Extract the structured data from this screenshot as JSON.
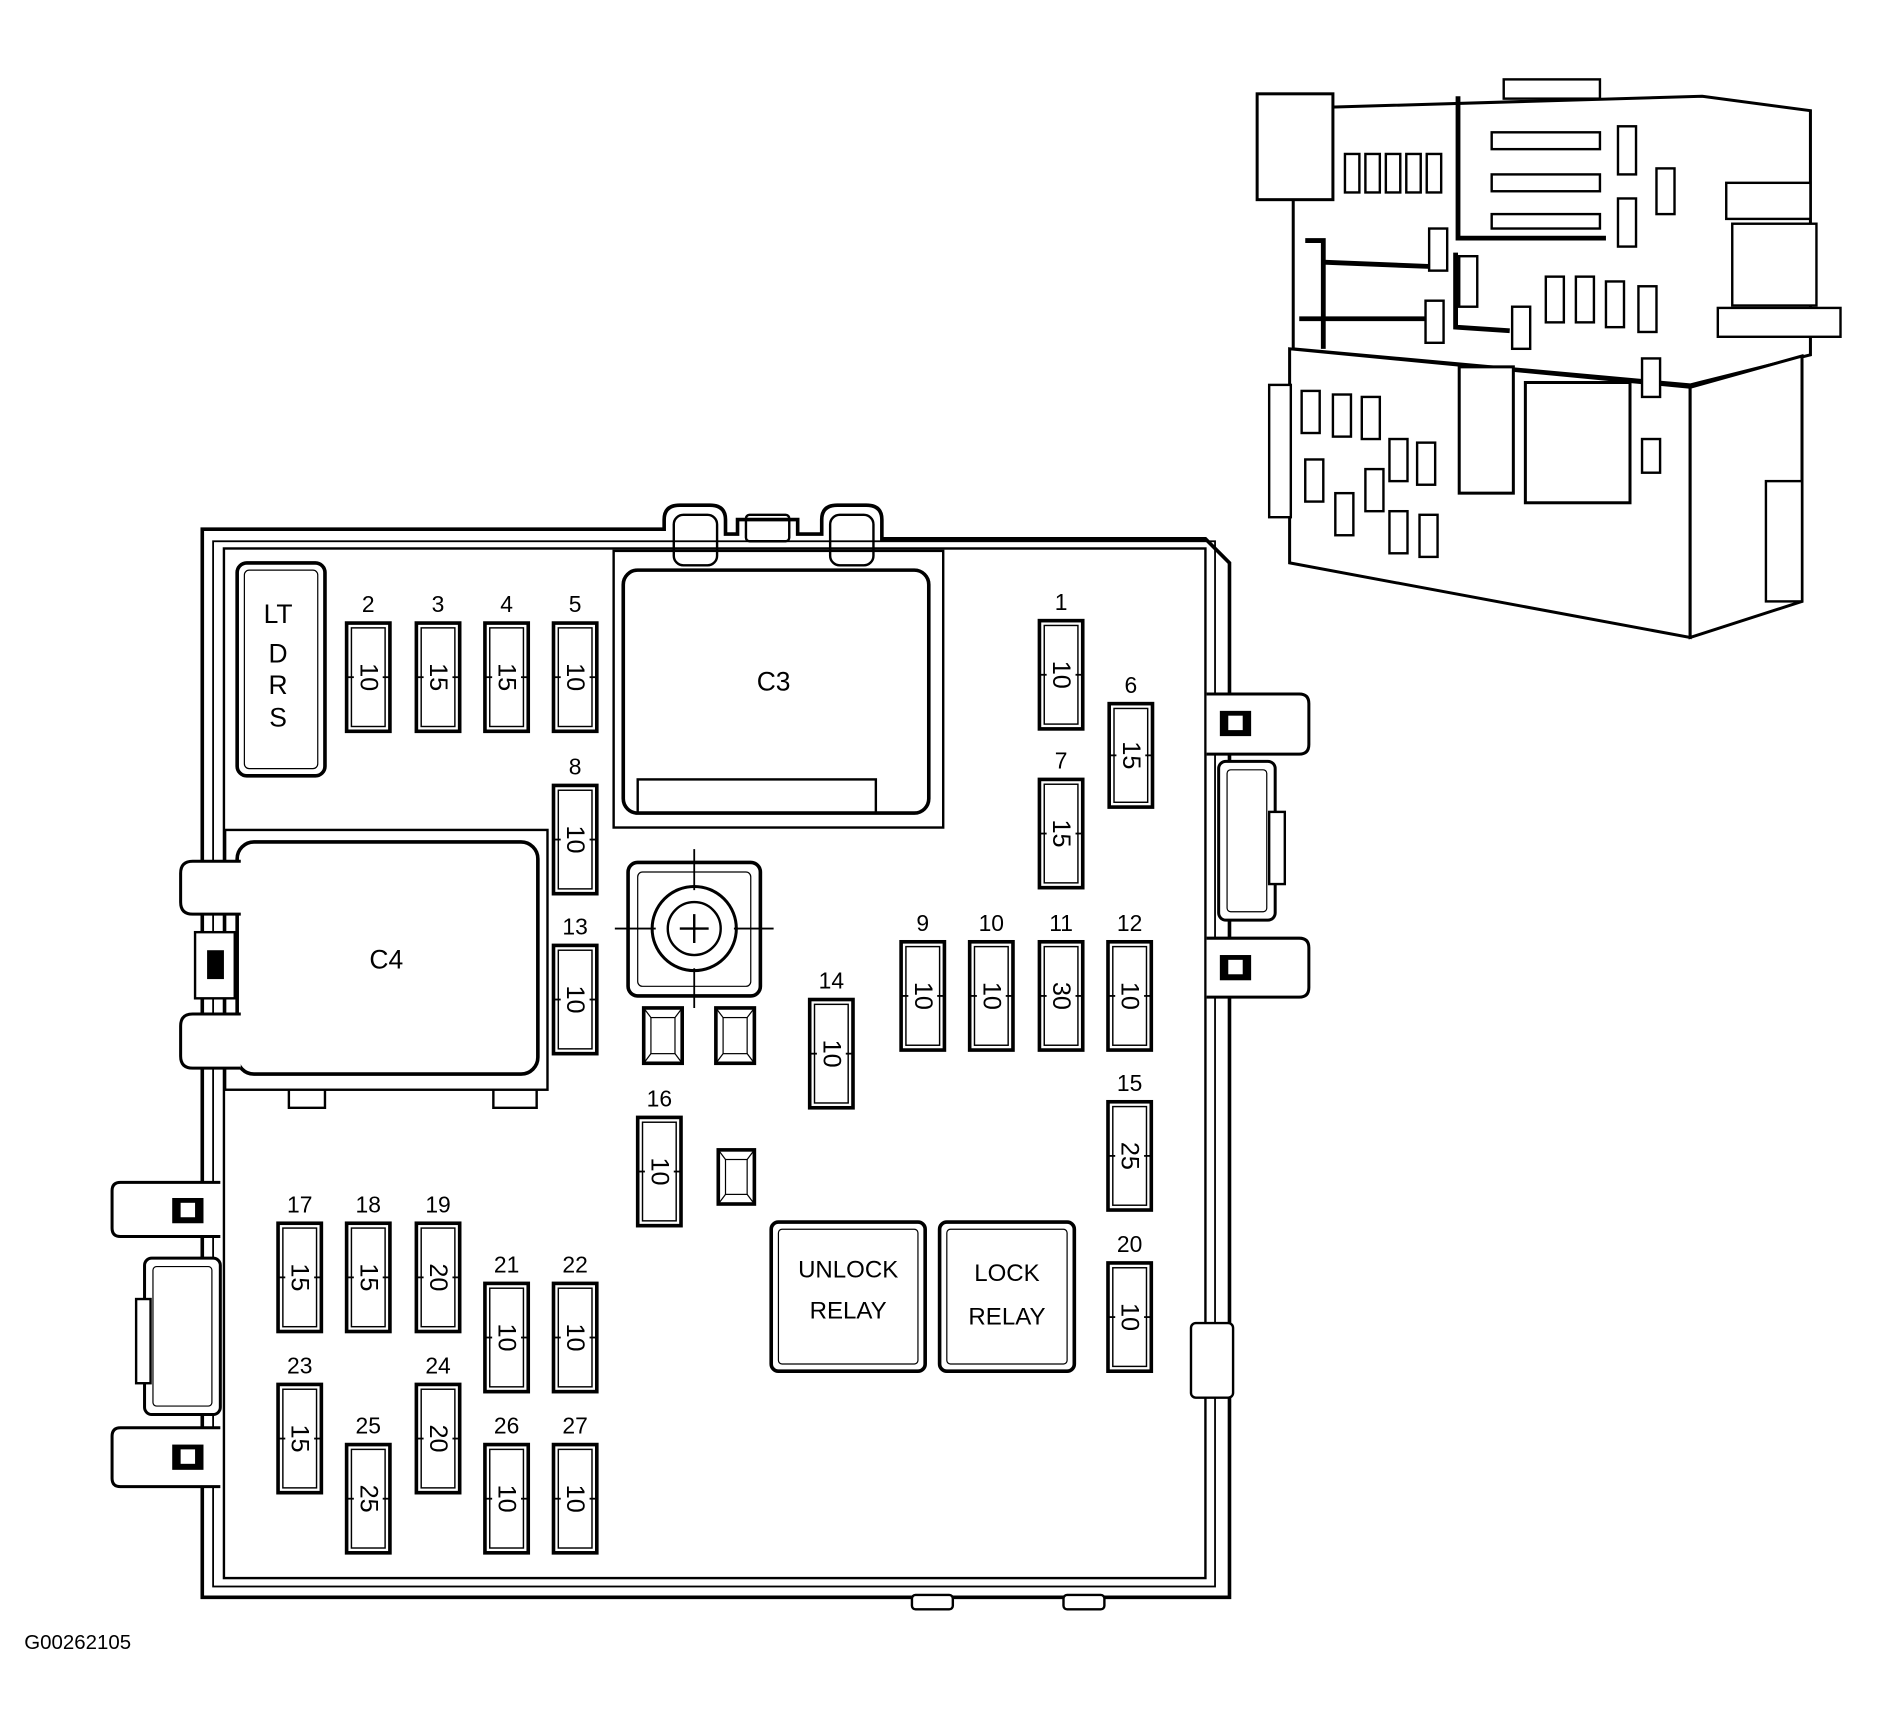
{
  "fuses": [
    {
      "number": "1",
      "rating": "10"
    },
    {
      "number": "2",
      "rating": "10"
    },
    {
      "number": "3",
      "rating": "15"
    },
    {
      "number": "4",
      "rating": "15"
    },
    {
      "number": "5",
      "rating": "10"
    },
    {
      "number": "6",
      "rating": "15"
    },
    {
      "number": "7",
      "rating": "15"
    },
    {
      "number": "8",
      "rating": "10"
    },
    {
      "number": "9",
      "rating": "10"
    },
    {
      "number": "10",
      "rating": "10"
    },
    {
      "number": "11",
      "rating": "30"
    },
    {
      "number": "12",
      "rating": "10"
    },
    {
      "number": "13",
      "rating": "10"
    },
    {
      "number": "14",
      "rating": "10"
    },
    {
      "number": "15",
      "rating": "25"
    },
    {
      "number": "16",
      "rating": "10"
    },
    {
      "number": "17",
      "rating": "15"
    },
    {
      "number": "18",
      "rating": "15"
    },
    {
      "number": "19",
      "rating": "20"
    },
    {
      "number": "20",
      "rating": "10"
    },
    {
      "number": "21",
      "rating": "10"
    },
    {
      "number": "22",
      "rating": "10"
    },
    {
      "number": "23",
      "rating": "15"
    },
    {
      "number": "24",
      "rating": "20"
    },
    {
      "number": "25",
      "rating": "25"
    },
    {
      "number": "26",
      "rating": "10"
    },
    {
      "number": "27",
      "rating": "10"
    }
  ],
  "lt_drs_label": [
    "LT",
    "D",
    "R",
    "S"
  ],
  "connectors": {
    "c3": "C3",
    "c4": "C4"
  },
  "relays": {
    "unlock": {
      "line1": "UNLOCK",
      "line2": "RELAY"
    },
    "lock": {
      "line1": "LOCK",
      "line2": "RELAY"
    }
  },
  "figure_code": "G00262105"
}
